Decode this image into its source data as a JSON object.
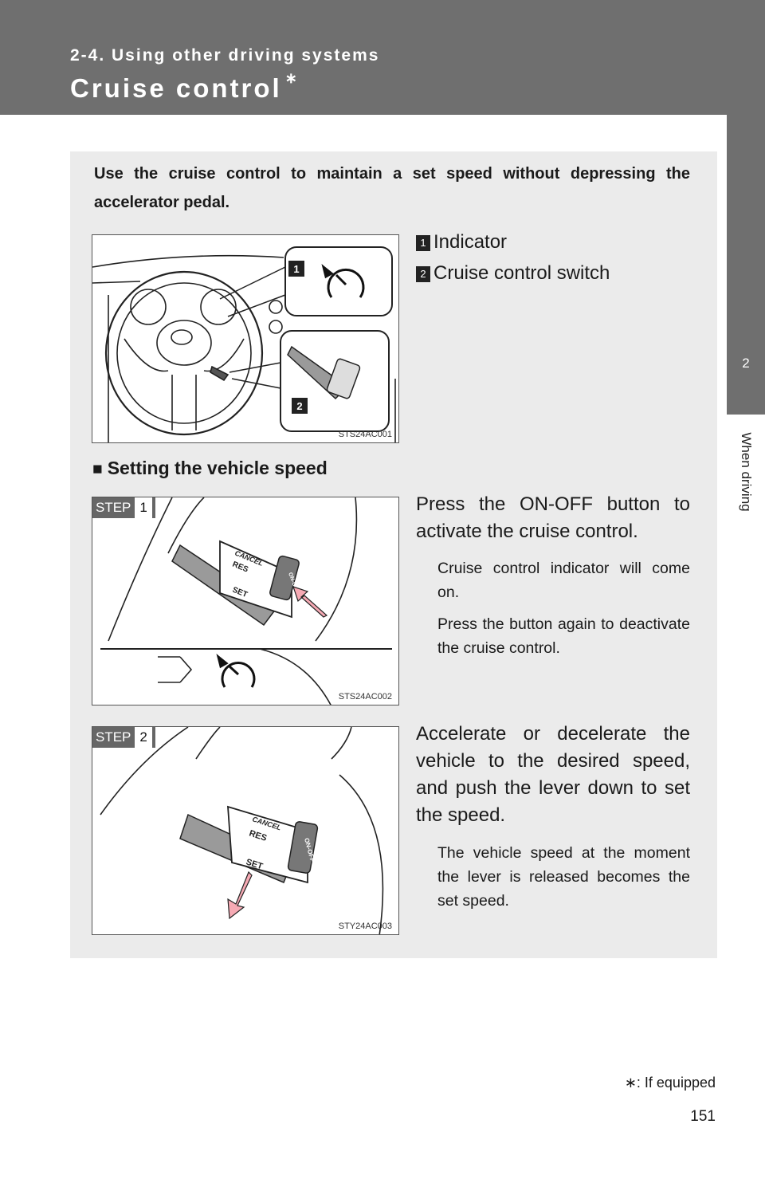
{
  "header": {
    "section": "2-4. Using other driving systems",
    "title": "Cruise control",
    "title_mark": "∗"
  },
  "side_tab": {
    "number": "2",
    "label": "When driving"
  },
  "intro": "Use the cruise control to maintain a set speed without depressing the accelerator pedal.",
  "figure1": {
    "code": "STS24AC001",
    "callouts": [
      "1",
      "2"
    ],
    "legend": [
      {
        "num": "1",
        "label": "Indicator"
      },
      {
        "num": "2",
        "label": "Cruise control switch"
      }
    ]
  },
  "section_heading": {
    "marker": "■",
    "text": "Setting the vehicle speed"
  },
  "steps": [
    {
      "badge": "STEP",
      "num": "1",
      "code": "STS24AC002",
      "lever_labels": [
        "CANCEL",
        "RES",
        "SET",
        "ON-OFF"
      ],
      "main": "Press the ON-OFF button to activate the cruise control.",
      "notes": [
        "Cruise control indicator will come on.",
        "Press the button again to deactivate the cruise control."
      ]
    },
    {
      "badge": "STEP",
      "num": "2",
      "code": "STY24AC003",
      "lever_labels": [
        "CANCEL",
        "RES",
        "SET",
        "ON-OFF"
      ],
      "main": "Accelerate or decelerate the vehicle to the desired speed, and push the lever down to set the speed.",
      "notes": [
        "The vehicle speed at the moment the lever is released becomes the set speed."
      ]
    }
  ],
  "footnote": {
    "mark": "∗",
    "text": ": If equipped"
  },
  "page_number": "151"
}
